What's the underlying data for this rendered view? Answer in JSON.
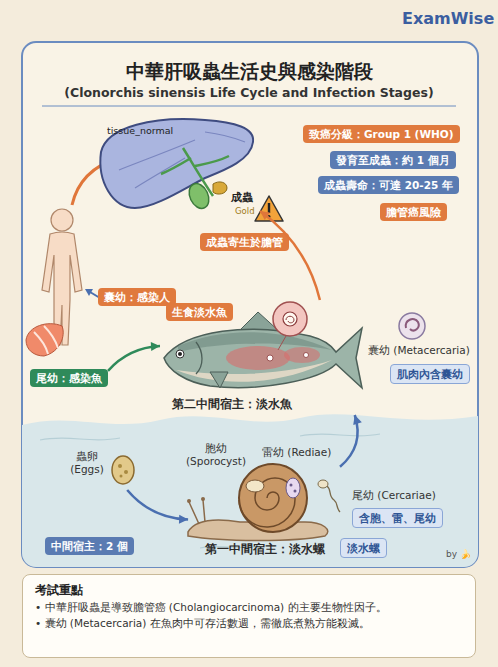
{
  "diagram": {
    "title": "中華肝吸蟲生活史與感染階段",
    "nodes": [
      {
        "text": [
          "tissue_normal",
          "成蟲",
          "Gold"
        ]
      },
      {
        "text": [
          "致癌分級：Group 1 (WHO)"
        ]
      },
      {
        "text": [
          "發育至成蟲：約 1 個月"
        ]
      },
      {
        "text": [
          "成蟲壽命：可達 20-25 年"
        ]
      },
      {
        "text": [
          "膽管癌風險"
        ]
      },
      {
        "text": [
          "成蟲寄生於膽管"
        ]
      },
      {
        "text": [
          "囊幼：感染人"
        ]
      },
      {
        "text": [
          "生食淡水魚"
        ]
      },
      {
        "text": [
          "第二中間宿主：淡水魚"
        ]
      },
      {
        "text": [
          "肌肉內含囊幼"
        ]
      },
      {
        "text": [
          "尾幼：感染魚"
        ]
      },
      {
        "text": [
          "蟲卵 (Eggs)"
        ]
      },
      {
        "text": [
          "第一中間宿主：淡水螺"
        ]
      },
      {
        "text": [
          "含胞、雷、尾幼"
        ]
      },
      {
        "text": [
          "中間宿主：2 個"
        ]
      },
      {
        "text": [
          "淡水螺"
        ]
      },
      {
        "text": [
          "考試重點",
          "• 中華肝吸蟲是導致膽管癌 (Cholangiocarcinoma) 的主要生物性因子。",
          "• 囊幼 (Metacercaria) 在魚肉中可存活數週，需徹底煮熟方能殺滅。"
        ]
      }
    ],
    "edges": [
      {
        "from": 11,
        "to": 12,
        "arrow": "to"
      },
      {
        "from": 12,
        "to": 8,
        "arrow": "to"
      },
      {
        "from": 8,
        "to": 0,
        "arrow": "to"
      },
      {
        "from": 10,
        "to": 8,
        "arrow": "to"
      }
    ],
    "labels": [
      "ExamWise",
      "(Clonorchis sinensis Life Cycle and Infection Stages)",
      "囊幼 (Metacercaria)",
      "胞幼 (Sporocyst)",
      "雷幼 (Rediae)",
      "尾幼 (Cercariae)",
      "by 🍌"
    ]
  }
}
